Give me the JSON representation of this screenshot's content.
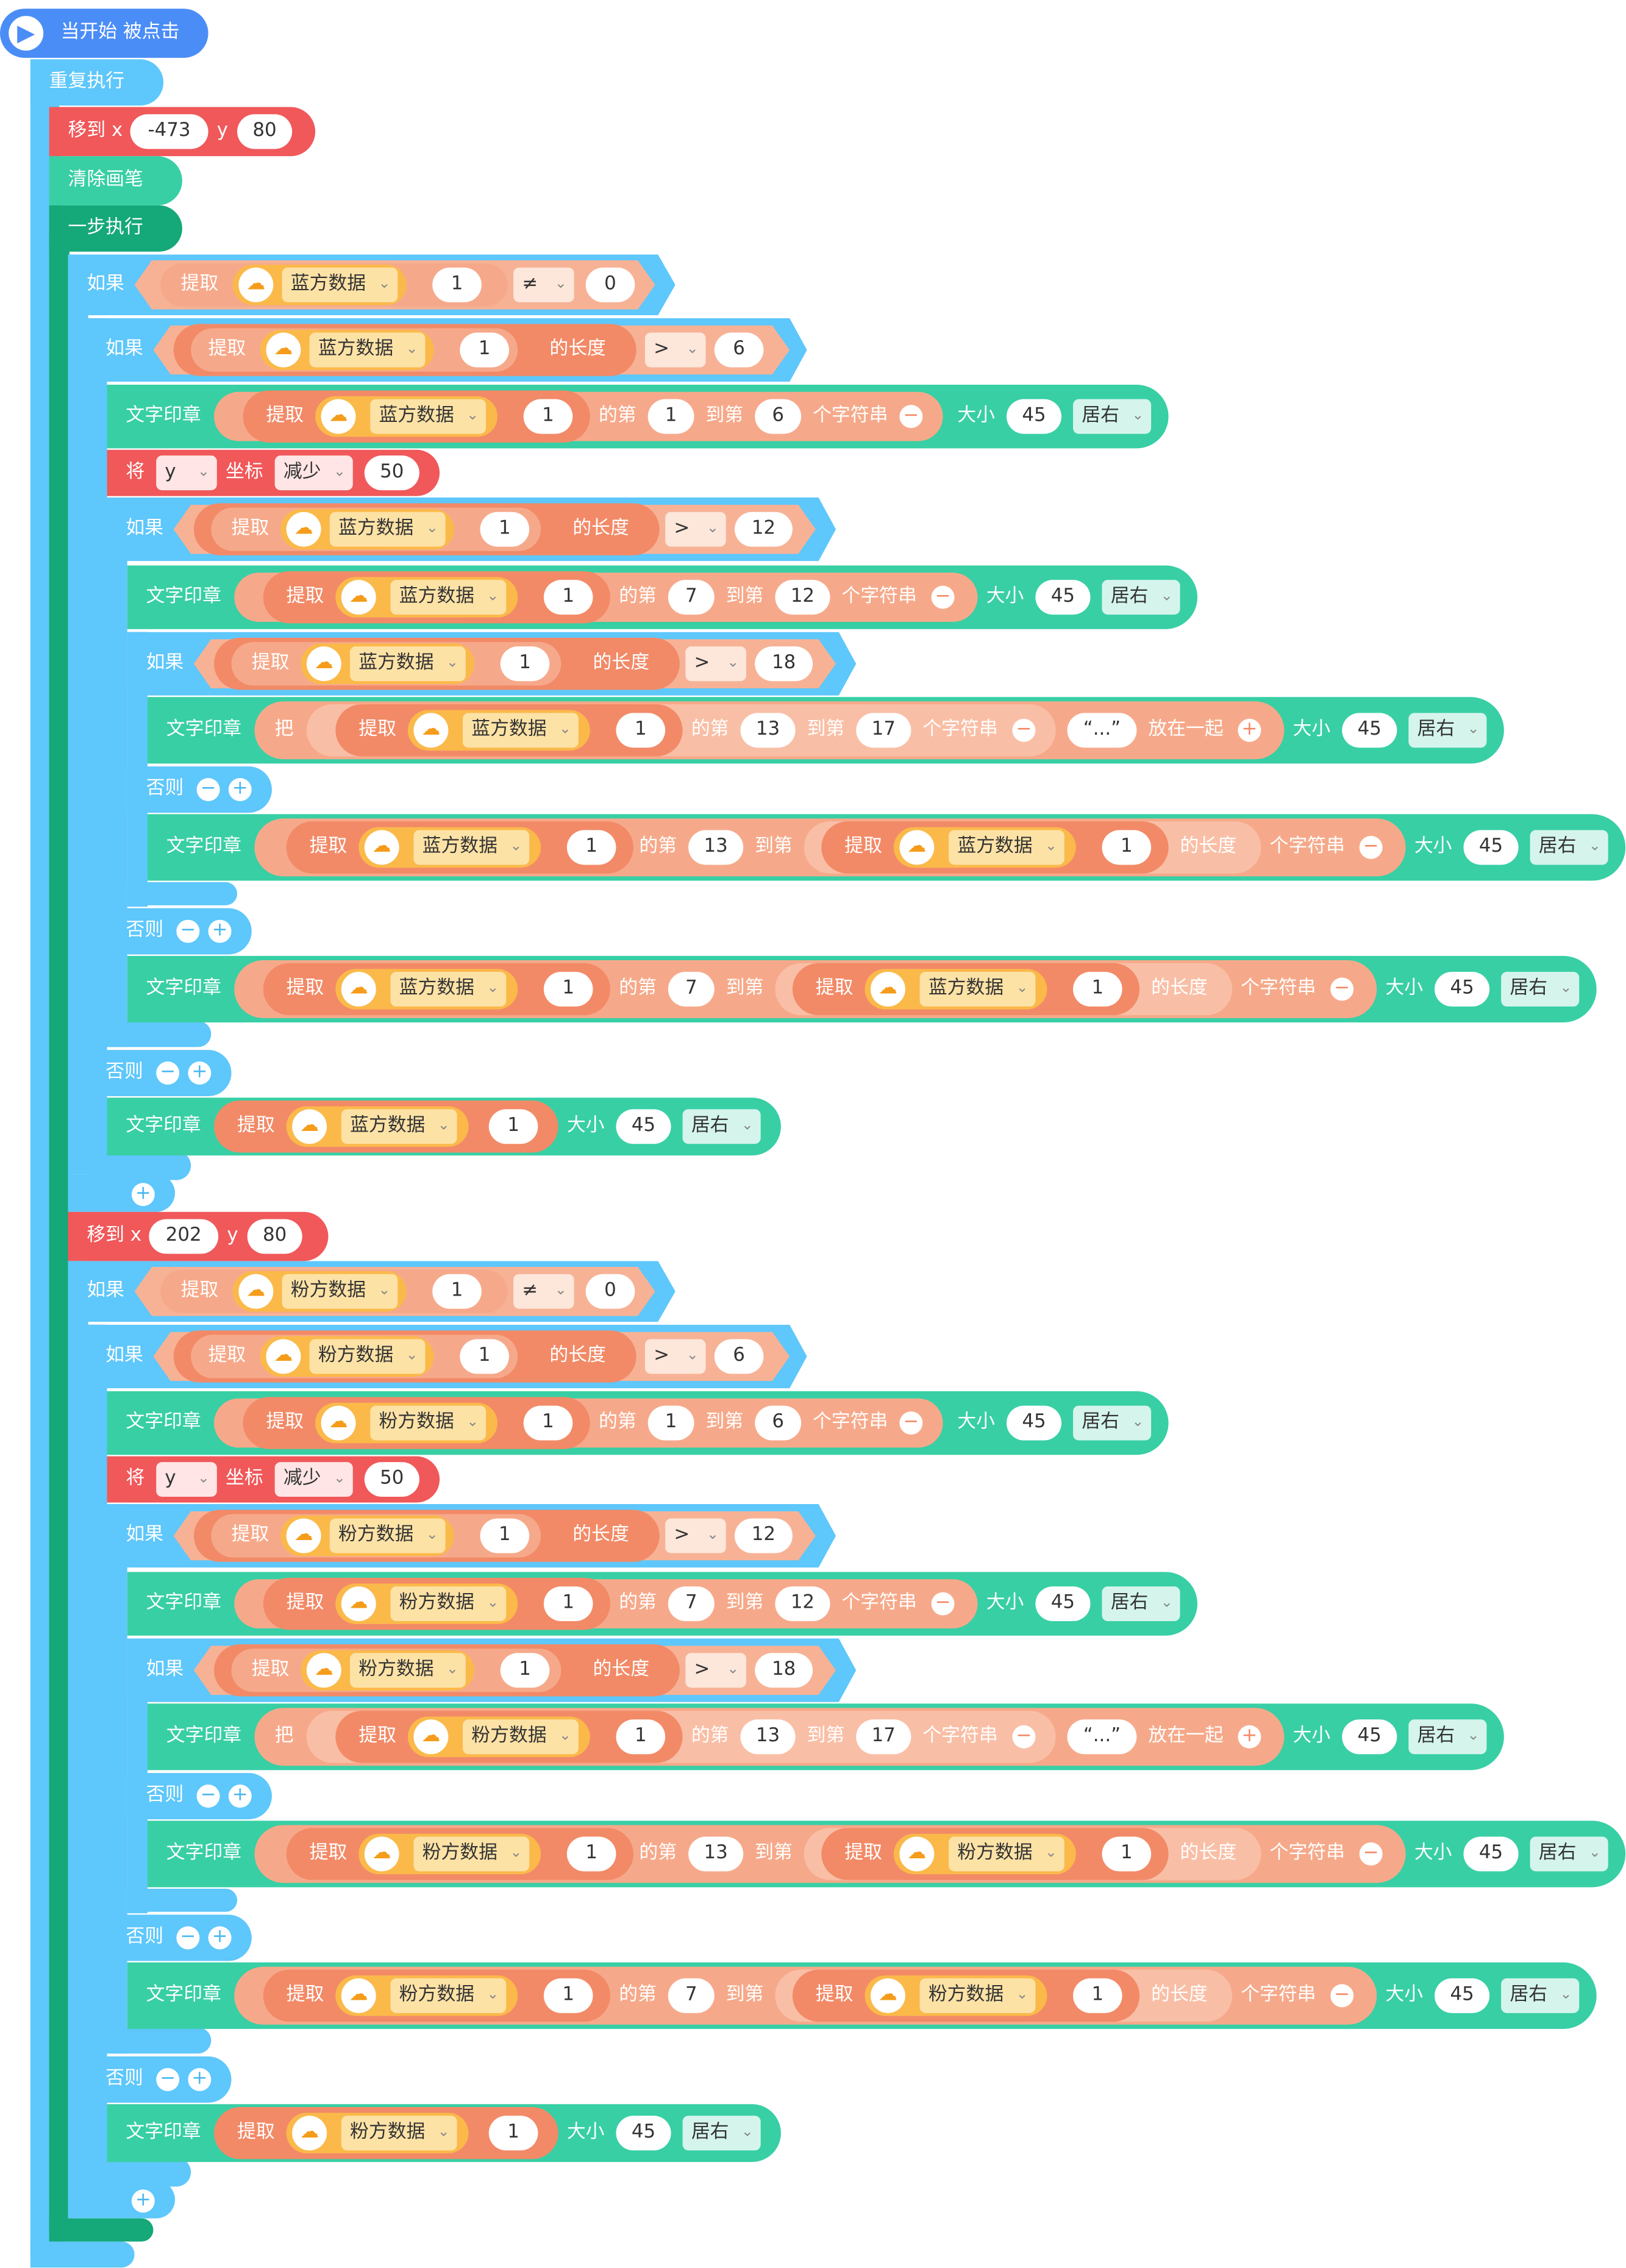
{
  "events": {
    "start_label": "当开始 被点击"
  },
  "blocks": {
    "forever": "重复执行",
    "goto_label": "移到 x",
    "y_label": "y",
    "clear_pen": "清除画笔",
    "step_exec": "一步执行",
    "if": "如果",
    "else": "否则",
    "extract": "提取",
    "length_of": "的长度",
    "text_stamp": "文字印章",
    "nth_from": "的第",
    "to_nth": "到第",
    "char_suffix": "个字符串",
    "size": "大小",
    "set": "将",
    "coord": "坐标",
    "join_prefix": "把",
    "join_suffix": "放在一起",
    "ellipsis": "“...”",
    "dao": "到第"
  },
  "values": {
    "goto1_x": "-473",
    "goto1_y": "80",
    "goto2_x": "202",
    "goto2_y": "80",
    "zero": "0",
    "one": "1",
    "six": "6",
    "seven": "7",
    "twelve": "12",
    "thirteen": "13",
    "seventeen": "17",
    "eighteen": "18",
    "size45": "45",
    "fifty": "50"
  },
  "dropdowns": {
    "blue_list": "蓝方数据",
    "pink_list": "粉方数据",
    "neq": "≠",
    "gt": ">",
    "y_axis": "y",
    "decrease": "减少",
    "align_right": "居右"
  },
  "colors": {
    "event": "#4b8df7",
    "control_light": "#5ec7fb",
    "control_dark": "#15a879",
    "pen": "#38cfa5",
    "motion": "#f0585a",
    "operator": "#f28a67",
    "list_var": "#fbb94a"
  },
  "icons": {
    "play": "play-icon",
    "cloud": "cloud-icon",
    "remove": "minus-icon",
    "add": "plus-icon",
    "caret": "chevron-down-icon"
  }
}
